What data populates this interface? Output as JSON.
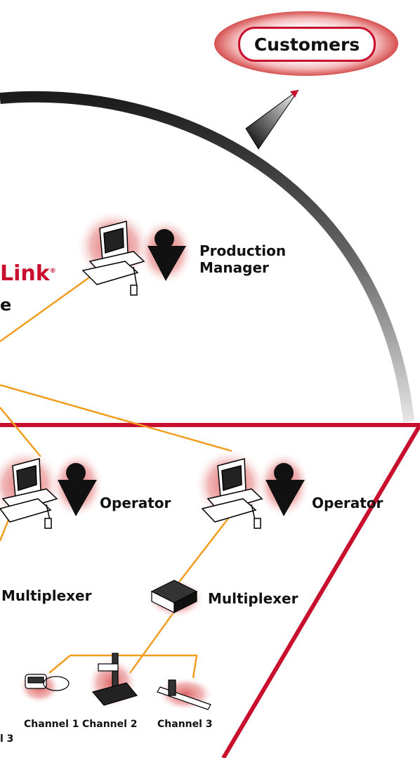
{
  "diagram": {
    "customers": "Customers",
    "production_manager_line1": "Production",
    "production_manager_line2": "Manager",
    "brand_fragment": "Link",
    "brand_mark": "®",
    "brand_sub_fragment": "e",
    "operator_left": "Operator",
    "operator_right": "Operator",
    "multiplexer_left": "Multiplexer",
    "multiplexer_right": "Multiplexer",
    "channel_1": "Channel 1",
    "channel_2": "Channel 2",
    "channel_3": "Channel 3",
    "channel_partial": "l 3"
  },
  "icons": [
    "workstation-icon",
    "person-icon",
    "multiplexer-box-icon",
    "caliper-icon",
    "microscope-icon",
    "gauge-icon",
    "arrow-icon"
  ],
  "colors": {
    "accent": "#c8102e",
    "connector": "#f29d1f",
    "arc": "#333333"
  }
}
